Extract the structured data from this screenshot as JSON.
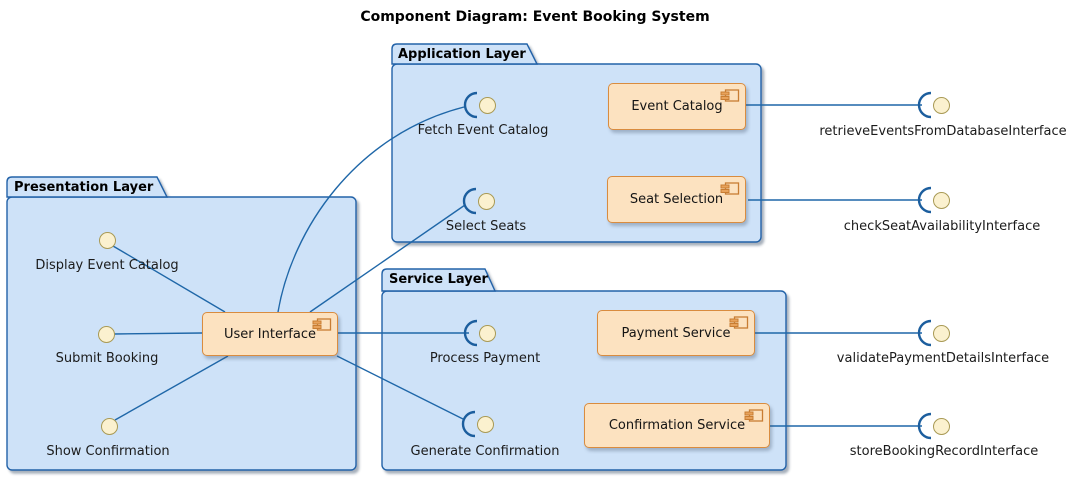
{
  "title": "Component Diagram: Event Booking System",
  "packages": {
    "presentation": {
      "label": "Presentation Layer",
      "interfaces": [
        {
          "label": "Display Event Catalog"
        },
        {
          "label": "Submit Booking"
        },
        {
          "label": "Show Confirmation"
        }
      ],
      "components": [
        {
          "label": "User Interface"
        }
      ]
    },
    "application": {
      "label": "Application Layer",
      "interfaces": [
        {
          "label": "Fetch Event Catalog"
        },
        {
          "label": "Select Seats"
        }
      ],
      "components": [
        {
          "label": "Event Catalog"
        },
        {
          "label": "Seat Selection"
        }
      ]
    },
    "service": {
      "label": "Service Layer",
      "interfaces": [
        {
          "label": "Process Payment"
        },
        {
          "label": "Generate Confirmation"
        }
      ],
      "components": [
        {
          "label": "Payment Service"
        },
        {
          "label": "Confirmation Service"
        }
      ]
    }
  },
  "external_interfaces": [
    {
      "label": "retrieveEventsFromDatabaseInterface"
    },
    {
      "label": "checkSeatAvailabilityInterface"
    },
    {
      "label": "validatePaymentDetailsInterface"
    },
    {
      "label": "storeBookingRecordInterface"
    }
  ],
  "colors": {
    "package_fill": "#cee2f8",
    "package_border": "#2262a8",
    "component_fill": "#fce2c0",
    "component_border": "#d98c3f",
    "ball_fill": "#fbf1cf",
    "ball_border": "#a99a55",
    "connector": "#1f67a8",
    "text": "#1b1b1b"
  }
}
